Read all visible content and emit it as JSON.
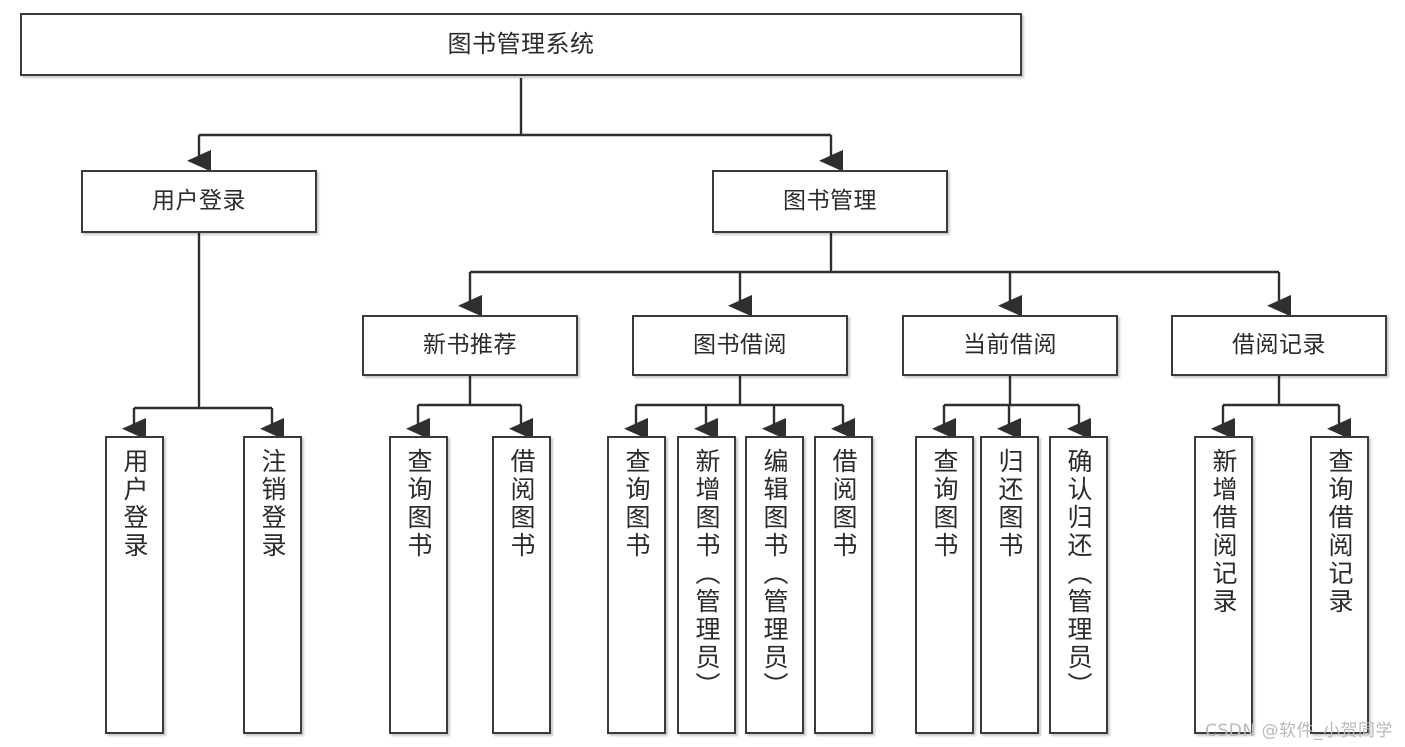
{
  "diagram": {
    "title": "图书管理系统",
    "type": "tree-hierarchy",
    "watermark": "CSDN @软件_小贺同学",
    "nodes": {
      "root": {
        "label": "图书管理系统"
      },
      "level2": [
        {
          "label": "用户登录"
        },
        {
          "label": "图书管理"
        }
      ],
      "level3": [
        {
          "label": "新书推荐"
        },
        {
          "label": "图书借阅"
        },
        {
          "label": "当前借阅"
        },
        {
          "label": "借阅记录"
        }
      ],
      "leaves": {
        "user_login": [
          {
            "label": "用户登录"
          },
          {
            "label": "注销登录"
          }
        ],
        "new_book_recommend": [
          {
            "label": "查询图书"
          },
          {
            "label": "借阅图书"
          }
        ],
        "book_borrow": [
          {
            "label": "查询图书"
          },
          {
            "label": "新增图书（管理员）"
          },
          {
            "label": "编辑图书（管理员）"
          },
          {
            "label": "借阅图书"
          }
        ],
        "current_borrow": [
          {
            "label": "查询图书"
          },
          {
            "label": "归还图书"
          },
          {
            "label": "确认归还（管理员）"
          }
        ],
        "borrow_record": [
          {
            "label": "新增借阅记录"
          },
          {
            "label": "查询借阅记录"
          }
        ]
      }
    },
    "colors": {
      "border": "#3a3a3a",
      "text": "#2b2b2b",
      "background": "#ffffff",
      "watermark": "#b9b9b9"
    }
  }
}
